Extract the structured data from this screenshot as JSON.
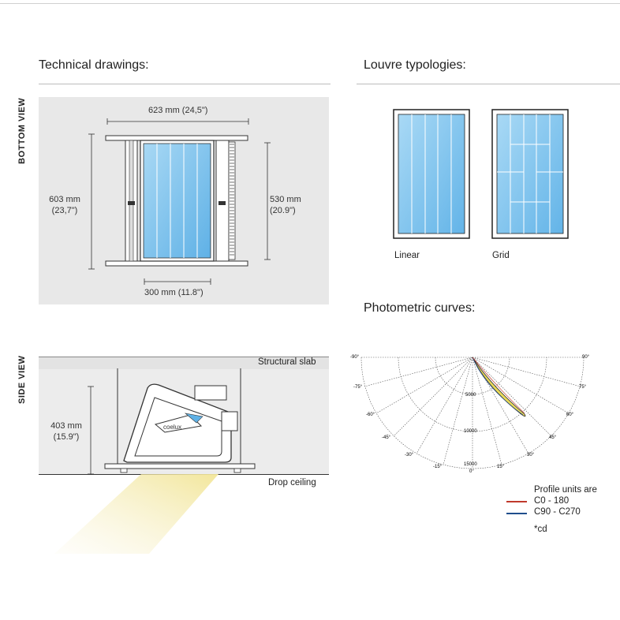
{
  "sections": {
    "technical_drawings": "Technical drawings:",
    "louvre_typologies": "Louvre typologies:",
    "photometric_curves": "Photometric curves:"
  },
  "views": {
    "bottom_view": "BOTTOM VIEW",
    "side_view": "SIDE VIEW"
  },
  "bottom_dims": {
    "width": "623 mm  (24,5\")",
    "height_mm": "603 mm",
    "height_in": "(23,7\")",
    "inner_height_mm": "530 mm",
    "inner_height_in": "(20.9\")",
    "inner_width": "300 mm  (11.8\")"
  },
  "side_dims": {
    "structural_slab": "Structural slab",
    "drop_ceiling": "Drop ceiling",
    "height_mm": "403 mm",
    "height_in": "(15.9\")",
    "brand": "coelux"
  },
  "louvres": [
    {
      "label": "Linear"
    },
    {
      "label": "Grid"
    }
  ],
  "photometric": {
    "angle_labels_left": [
      "-90°",
      "-75°",
      "-60°",
      "-45°",
      "-30°",
      "-15°"
    ],
    "angle_labels_right": [
      "90°",
      "75°",
      "60°",
      "45°",
      "30°",
      "15°"
    ],
    "center_label": "0°",
    "radial_labels": [
      "5000",
      "10000",
      "15000"
    ],
    "legend_title": "Profile units are",
    "legend": [
      {
        "label": "C0 - 180",
        "color": "#c0392b"
      },
      {
        "label": "C90 - C270",
        "color": "#1f4e8c"
      }
    ],
    "unit_note": "*cd"
  },
  "colors": {
    "panel_bg": "#e8e8e8",
    "glass": "#7fc3ec",
    "beam": "#f3e9a0"
  }
}
